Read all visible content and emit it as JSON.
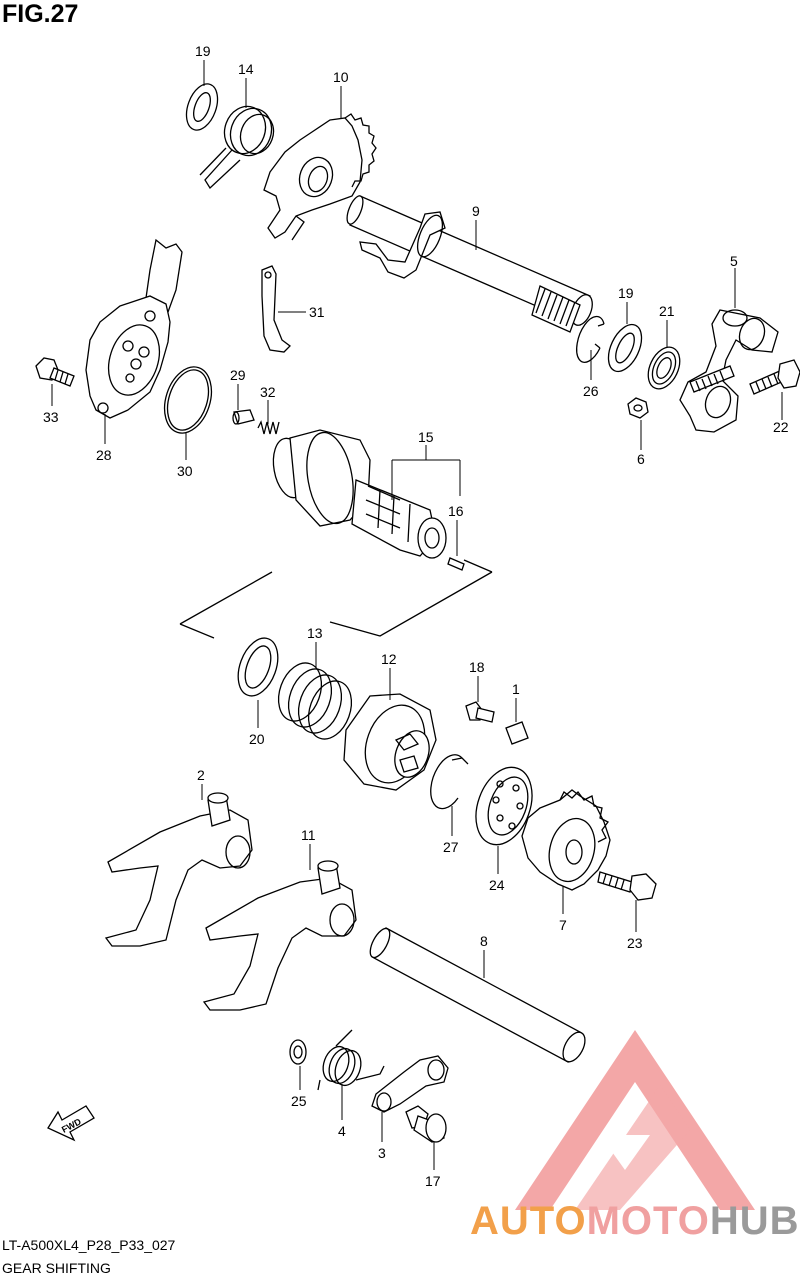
{
  "figure": {
    "title": "FIG.27"
  },
  "footer": {
    "code": "LT-A500XL4_P28_P33_027",
    "caption": "GEAR SHIFTING"
  },
  "watermark": {
    "part1": "AUTO",
    "part2": "MOTO",
    "part3": "HUB",
    "colors": {
      "auto": "#f2a04a",
      "moto": "#f0a0a0",
      "hub": "#9a9a9a",
      "logo": "#f08a8a"
    }
  },
  "direction_arrow": {
    "text": "FWD"
  },
  "callouts": {
    "p19a": "19",
    "p14": "14",
    "p10": "10",
    "p9": "9",
    "p5": "5",
    "p19b": "19",
    "p21": "21",
    "p26": "26",
    "p22": "22",
    "p6": "6",
    "p31": "31",
    "p33": "33",
    "p28": "28",
    "p30": "30",
    "p29": "29",
    "p32": "32",
    "p15": "15",
    "p16": "16",
    "p13": "13",
    "p12": "12",
    "p18": "18",
    "p1": "1",
    "p20": "20",
    "p27": "27",
    "p24": "24",
    "p7": "7",
    "p23": "23",
    "p2": "2",
    "p11": "11",
    "p8": "8",
    "p25": "25",
    "p4": "4",
    "p3": "3",
    "p17": "17"
  }
}
